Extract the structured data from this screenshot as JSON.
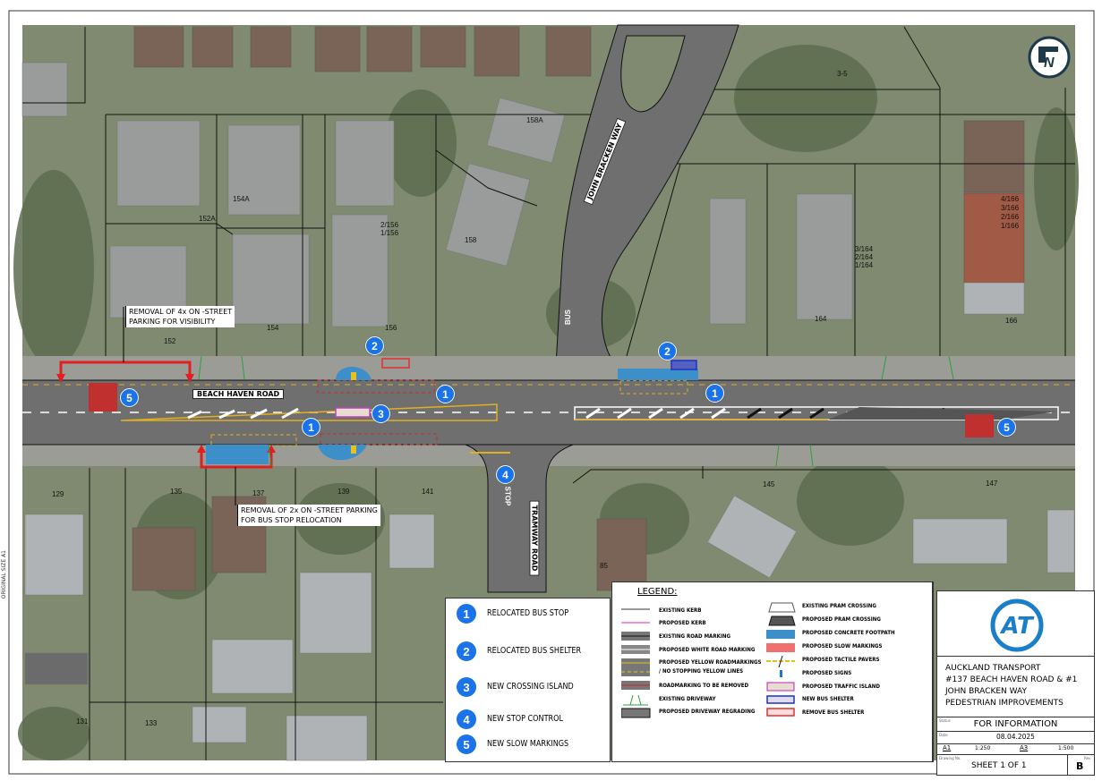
{
  "map": {
    "streets": {
      "beach_haven": "BEACH HAVEN ROAD",
      "john_bracken": "JOHN BRACKEN WAY",
      "tramway": "TRAMWAY ROAD"
    },
    "road_text": {
      "stop": "STOP",
      "bus": "BUS"
    },
    "callouts": [
      {
        "line1": "REMOVAL OF 4x ON -STREET",
        "line2": "PARKING FOR VISIBILITY"
      },
      {
        "line1": "REMOVAL OF 2x ON -STREET PARKING",
        "line2": "FOR BUS STOP RELOCATION"
      }
    ],
    "lots": [
      "152A",
      "154A",
      "154",
      "152",
      "2/156",
      "1/156",
      "156",
      "158A",
      "158",
      "3-5",
      "4/166",
      "3/166",
      "2/166",
      "1/166",
      "3/164",
      "2/164",
      "1/164",
      "164",
      "166",
      "129",
      "135",
      "137",
      "139",
      "141",
      "145",
      "147",
      "85",
      "131",
      "133"
    ],
    "markers": [
      "1",
      "2",
      "3",
      "4",
      "5"
    ],
    "north_label": "N",
    "margin_text": "ORIGINAL SIZE A1"
  },
  "key": [
    {
      "num": "1",
      "label": "RELOCATED BUS STOP"
    },
    {
      "num": "2",
      "label": "RELOCATED BUS SHELTER"
    },
    {
      "num": "3",
      "label": "NEW CROSSING ISLAND"
    },
    {
      "num": "4",
      "label": "NEW STOP CONTROL"
    },
    {
      "num": "5",
      "label": "NEW SLOW MARKINGS"
    }
  ],
  "legend": {
    "title": "LEGEND:",
    "left": [
      "EXISTING KERB",
      "PROPOSED KERB",
      "EXISTING ROAD MARKING",
      "PROPOSED WHITE ROAD MARKING",
      "PROPOSED YELLOW ROADMARKINGS",
      "/ NO STOPPING YELLOW LINES",
      "ROADMARKING TO BE REMOVED",
      "EXISTING DRIVEWAY",
      "PROPOSED DRIVEWAY REGRADING"
    ],
    "right": [
      "EXISTING PRAM CROSSING",
      "PROPOSED PRAM CROSSING",
      "PROPOSED CONCRETE FOOTPATH",
      "PROPOSED SLOW MARKINGS",
      "PROPOSED TACTILE PAVERS",
      "PROPOSED SIGNS",
      "PROPOSED TRAFFIC ISLAND",
      "NEW BUS SHELTER",
      "REMOVE BUS SHELTER"
    ]
  },
  "title_block": {
    "logo": "AT",
    "lines": [
      "AUCKLAND TRANSPORT",
      "#137 BEACH HAVEN ROAD & #1",
      "JOHN BRACKEN WAY",
      "PEDESTRIAN IMPROVEMENTS"
    ],
    "status_label": "Status",
    "status": "FOR INFORMATION",
    "date_label": "Date",
    "date": "08.04.2025",
    "size_a1": "A1",
    "scale_a1": "1:250",
    "size_a3": "A3",
    "scale_a3": "1:500",
    "drawing_no_label": "Drawing No.",
    "sheet": "SHEET 1 OF 1",
    "rev_label": "Rev",
    "revision": "B"
  },
  "colors": {
    "marker": "#1a73e8",
    "footpath": "#3d8fc9",
    "slow": "#c0302e",
    "logo": "#1a7fc8"
  }
}
